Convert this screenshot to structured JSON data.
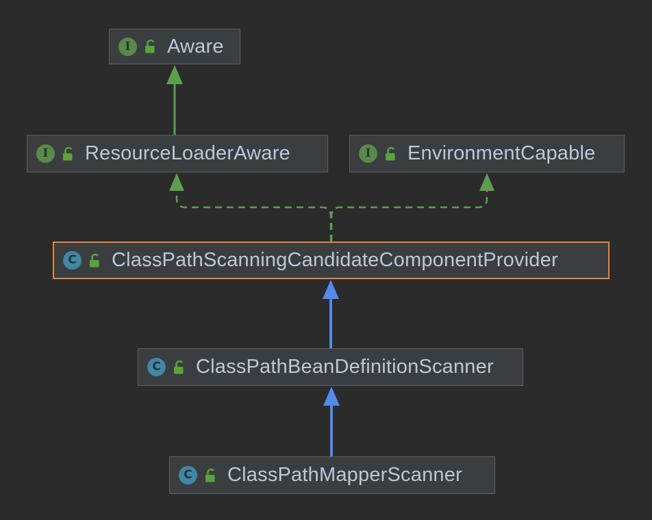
{
  "diagram": {
    "title": "UML class diagram",
    "nodes": [
      {
        "id": "aware",
        "label": "Aware",
        "kind": "interface",
        "visibility": "public",
        "selected": false
      },
      {
        "id": "resource-loader-aware",
        "label": "ResourceLoaderAware",
        "kind": "interface",
        "visibility": "public",
        "selected": false
      },
      {
        "id": "environment-capable",
        "label": "EnvironmentCapable",
        "kind": "interface",
        "visibility": "public",
        "selected": false
      },
      {
        "id": "class-path-scanning-candidate-component-provider",
        "label": "ClassPathScanningCandidateComponentProvider",
        "kind": "class",
        "visibility": "public",
        "selected": true
      },
      {
        "id": "class-path-bean-definition-scanner",
        "label": "ClassPathBeanDefinitionScanner",
        "kind": "class",
        "visibility": "public",
        "selected": false
      },
      {
        "id": "class-path-mapper-scanner",
        "label": "ClassPathMapperScanner",
        "kind": "class",
        "visibility": "public",
        "selected": false
      }
    ],
    "edges": [
      {
        "from": "ResourceLoaderAware",
        "to": "Aware",
        "type": "extends",
        "line": "solid",
        "color": "green"
      },
      {
        "from": "ClassPathScanningCandidateComponentProvider",
        "to": "ResourceLoaderAware",
        "type": "implements",
        "line": "dashed",
        "color": "green"
      },
      {
        "from": "ClassPathScanningCandidateComponentProvider",
        "to": "EnvironmentCapable",
        "type": "implements",
        "line": "dashed",
        "color": "green"
      },
      {
        "from": "ClassPathBeanDefinitionScanner",
        "to": "ClassPathScanningCandidateComponentProvider",
        "type": "extends",
        "line": "solid",
        "color": "blue"
      },
      {
        "from": "ClassPathMapperScanner",
        "to": "ClassPathBeanDefinitionScanner",
        "type": "extends",
        "line": "solid",
        "color": "blue"
      }
    ],
    "icons": {
      "interface_letter": "I",
      "class_letter": "C",
      "lock": "public-open-lock"
    },
    "colors": {
      "background": "#2b2b2b",
      "node_fill": "#3b3e40",
      "node_border": "#5c5f61",
      "selected_border": "#e0883f",
      "label": "#bdc8d8",
      "interface_icon": "#598a49",
      "class_icon": "#4287a5",
      "lock_icon": "#5ba33c",
      "edge_green": "#5d9e4e",
      "edge_blue": "#548aec"
    }
  }
}
